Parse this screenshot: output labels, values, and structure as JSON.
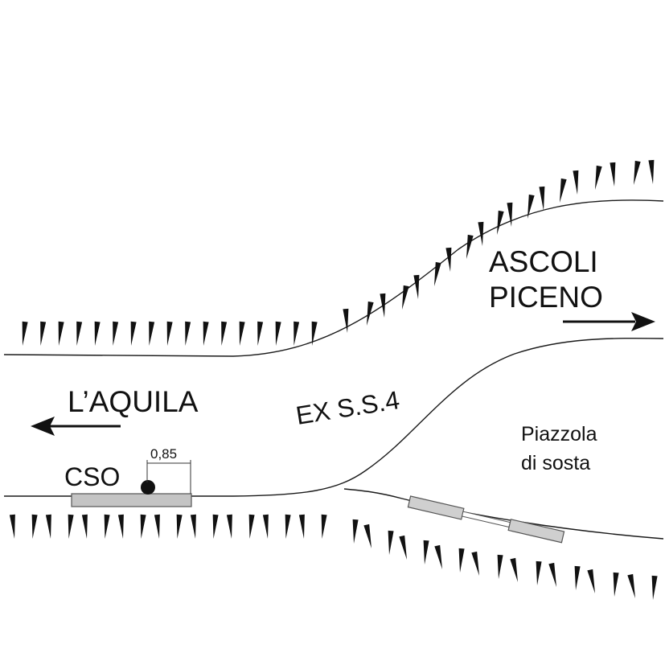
{
  "labels": {
    "destination_right_line1": "ASCOLI",
    "destination_right_line2": "PICENO",
    "destination_left": "L’AQUILA",
    "road_name": "EX S.S.4",
    "layby_line1": "Piazzola",
    "layby_line2": "di sosta",
    "station": "CSO",
    "dimension": "0,85"
  },
  "icons": {
    "arrow_left": "arrow-left-icon",
    "arrow_right": "arrow-right-icon",
    "grass_mark": "grass-tuft-icon"
  }
}
